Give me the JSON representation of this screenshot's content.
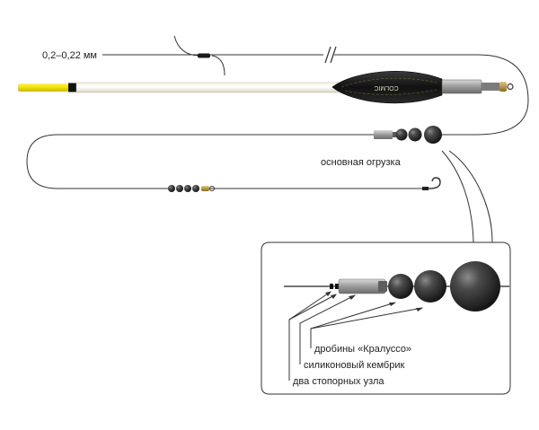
{
  "labels": {
    "line_diameter": "0,2–0,22 мм",
    "main_weight": "основная огрузка",
    "float_brand": "COLMIC",
    "callout_shot": "дробины «Кралуссо»",
    "callout_sleeve": "силиконовый кембрик",
    "callout_knots": "два стопорных узла"
  },
  "colors": {
    "line": "#333333",
    "float_tip": "#f2e000",
    "float_body": "#1b1b1b",
    "shot": "#2a2a2a",
    "sleeve": "#9a9a9a"
  }
}
